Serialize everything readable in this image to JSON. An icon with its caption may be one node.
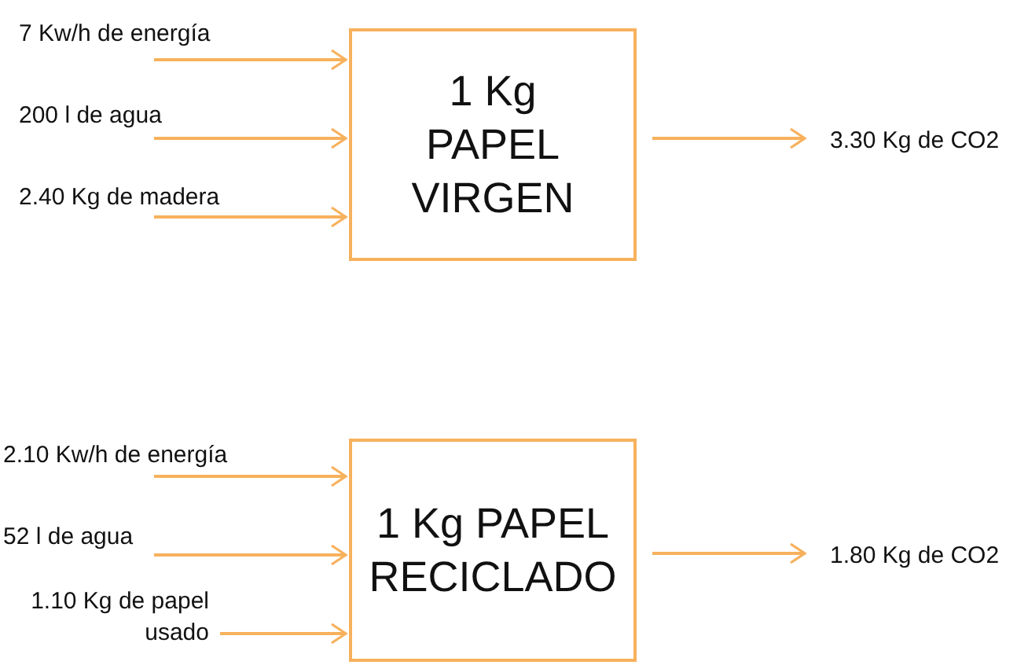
{
  "diagram": {
    "nodes": [
      {
        "text": [
          "1 Kg PAPEL VIRGEN"
        ]
      },
      {
        "text": [
          "1 Kg PAPEL RECICLADO"
        ]
      }
    ],
    "edges": [
      {
        "from": null,
        "to": 0,
        "arrow": "to",
        "label": "7 Kw/h de energía"
      },
      {
        "from": null,
        "to": 0,
        "arrow": "to",
        "label": "200 l de agua"
      },
      {
        "from": null,
        "to": 0,
        "arrow": "to",
        "label": "2.40 Kg de madera"
      },
      {
        "from": 0,
        "to": null,
        "arrow": "to",
        "label": "3.30 Kg de CO2"
      },
      {
        "from": null,
        "to": 1,
        "arrow": "to",
        "label": "2.10 Kw/h de energía"
      },
      {
        "from": null,
        "to": 1,
        "arrow": "to",
        "label": "52 l de agua"
      },
      {
        "from": null,
        "to": 1,
        "arrow": "to",
        "label": "1.10 Kg de papel usado"
      },
      {
        "from": 1,
        "to": null,
        "arrow": "to",
        "label": "1.80 Kg de CO2"
      }
    ]
  }
}
